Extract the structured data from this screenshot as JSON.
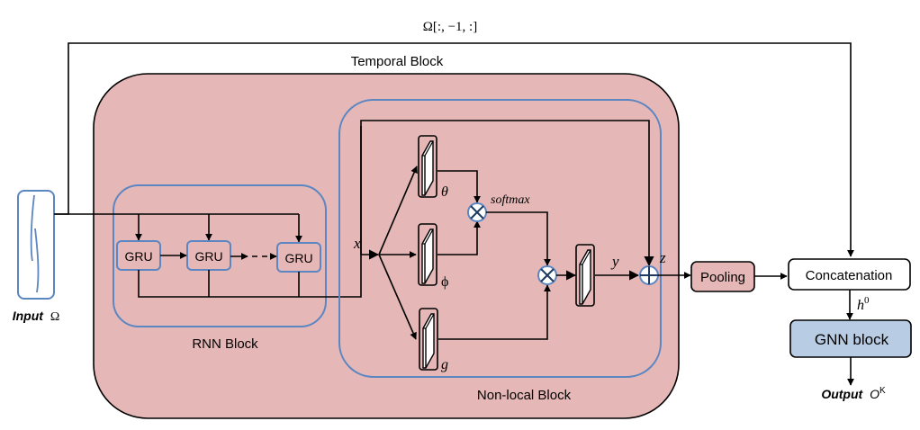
{
  "diagram": {
    "top_skip_label": "Ω[:, −1, :]",
    "temporal_block_label": "Temporal Block",
    "rnn_block_label": "RNN Block",
    "nonlocal_block_label": "Non-local Block",
    "input": {
      "bold": "Input",
      "symbol": "Ω"
    },
    "gru_cells": [
      "GRU",
      "GRU",
      "GRU"
    ],
    "x_label": "x",
    "theta_label": "θ",
    "phi_label": "ϕ",
    "g_label": "g",
    "softmax_label": "softmax",
    "y_label": "y",
    "z_label": "z",
    "pooling_label": "Pooling",
    "concat_label": "Concatenation",
    "h0_label": "h",
    "h0_sup": "0",
    "gnn_label": "GNN block",
    "output": {
      "bold": "Output",
      "symbol": "O",
      "sup": "K"
    },
    "colors": {
      "temporal_fill": "#e5b8b7",
      "block_stroke": "#5b86c1",
      "gnn_fill": "#b8cce4",
      "line": "#000000"
    }
  }
}
